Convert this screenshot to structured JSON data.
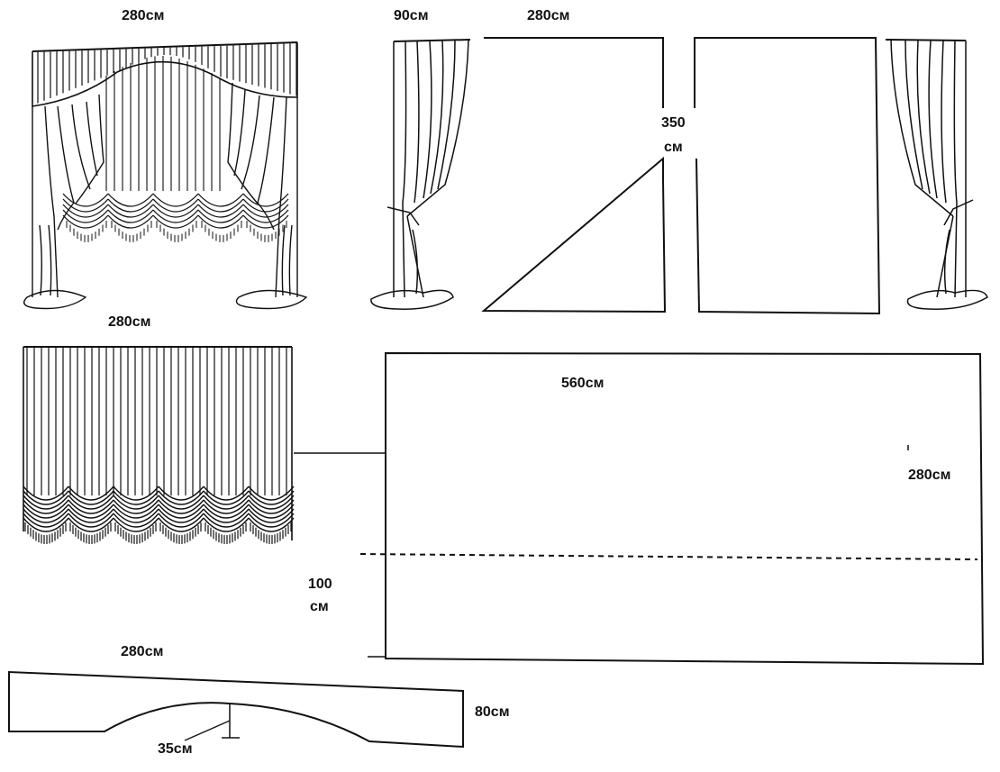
{
  "labels": {
    "curtain_width": "280см",
    "side_panel_width": "90см",
    "panel_pair_width": "280см",
    "panel_height_value": "350",
    "panel_height_unit": "см",
    "blind_width": "280см",
    "fabric_width": "560см",
    "fabric_height": "280см",
    "fold_height_value": "100",
    "fold_height_unit": "см",
    "valance_width": "280см",
    "valance_height": "80см",
    "arch_depth": "35см"
  },
  "colors": {
    "ink": "#111111",
    "paper": "#ffffff"
  }
}
